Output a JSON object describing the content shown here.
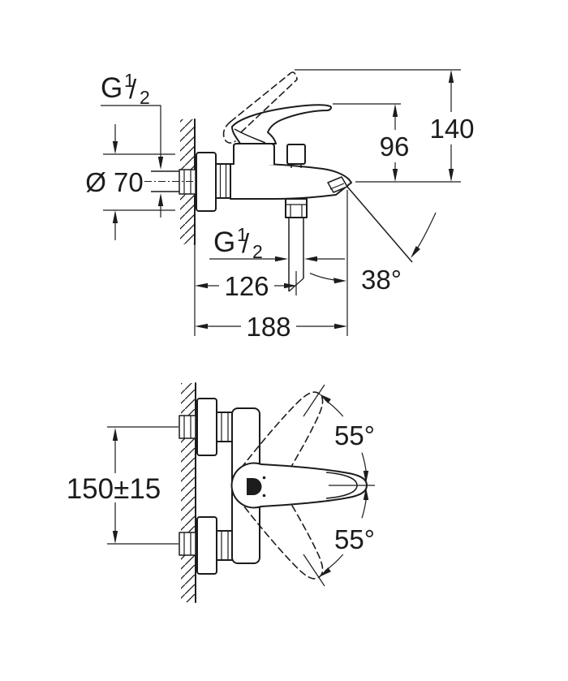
{
  "drawing": {
    "type": "product-dimensional-drawing",
    "colors": {
      "line": "#1c1c1c",
      "background": "#ffffff"
    },
    "side_view": {
      "thread_top": {
        "symbol": "G",
        "numerator": "1",
        "slash": "/",
        "denominator": "2"
      },
      "escutcheon_diameter": "Ø 70",
      "height_handle_to_spout": "96",
      "height_total": "140",
      "thread_bottom": {
        "symbol": "G",
        "numerator": "1",
        "slash": "/",
        "denominator": "2"
      },
      "projection_to_shower_outlet": "126",
      "projection_total": "188",
      "spout_stream_angle": "38°"
    },
    "plan_view": {
      "connection_center_distance": "150±15",
      "handle_swing_upper": "55°",
      "handle_swing_lower": "55°"
    }
  }
}
